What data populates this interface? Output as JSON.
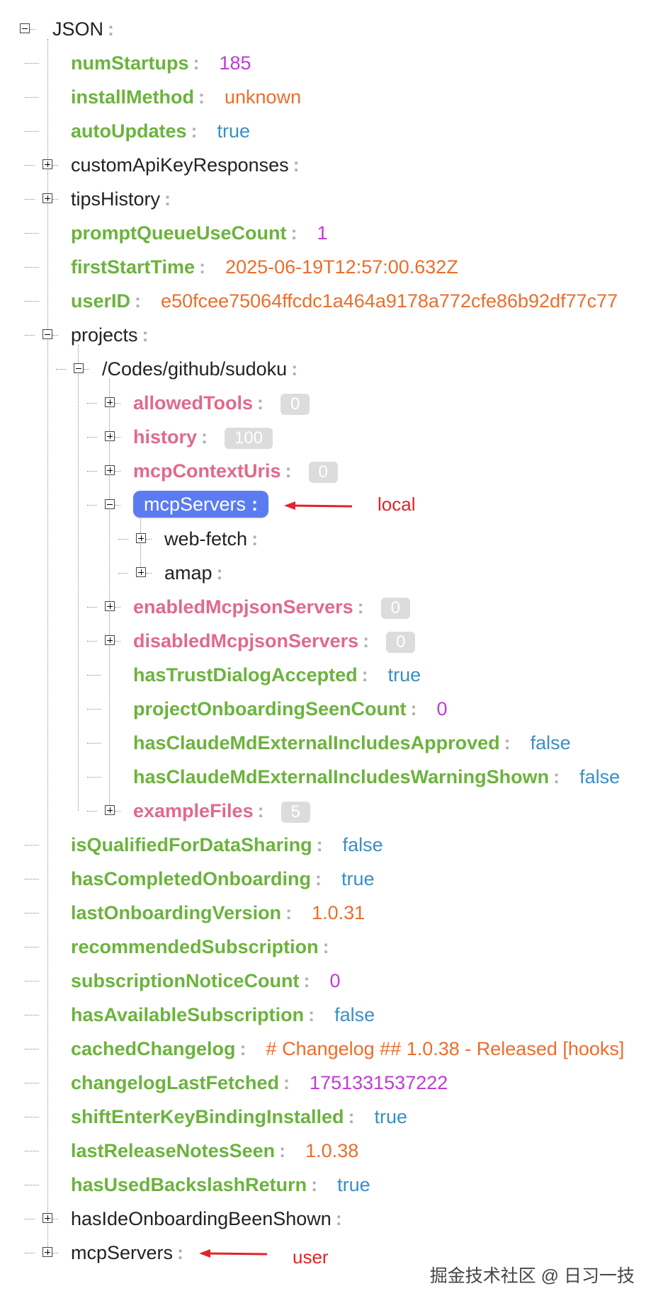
{
  "root": {
    "label": "JSON"
  },
  "rows": [
    {
      "key": "numStartups",
      "type": "prim",
      "value": "185",
      "vtype": "num"
    },
    {
      "key": "installMethod",
      "type": "prim",
      "value": "unknown",
      "vtype": "str"
    },
    {
      "key": "autoUpdates",
      "type": "prim",
      "value": "true",
      "vtype": "bool"
    },
    {
      "key": "customApiKeyResponses",
      "type": "obj",
      "collapsed": true
    },
    {
      "key": "tipsHistory",
      "type": "obj",
      "collapsed": true
    },
    {
      "key": "promptQueueUseCount",
      "type": "prim",
      "value": "1",
      "vtype": "num"
    },
    {
      "key": "firstStartTime",
      "type": "prim",
      "value": "2025-06-19T12:57:00.632Z",
      "vtype": "str"
    },
    {
      "key": "userID",
      "type": "prim",
      "value": "e50fcee75064ffcdc1a464a9178a772cfe86b92df77c77",
      "vtype": "str"
    },
    {
      "key": "projects",
      "type": "obj",
      "collapsed": false,
      "children": [
        {
          "key": "/Codes/github/sudoku",
          "type": "obj",
          "collapsed": false,
          "children": [
            {
              "key": "allowedTools",
              "type": "arr",
              "collapsed": true,
              "count": "0"
            },
            {
              "key": "history",
              "type": "arr",
              "collapsed": true,
              "count": "100"
            },
            {
              "key": "mcpContextUris",
              "type": "arr",
              "collapsed": true,
              "count": "0"
            },
            {
              "key": "mcpServers",
              "type": "obj",
              "collapsed": false,
              "selected": true,
              "note": "local",
              "children": [
                {
                  "key": "web-fetch",
                  "type": "obj",
                  "collapsed": true
                },
                {
                  "key": "amap",
                  "type": "obj",
                  "collapsed": true
                }
              ]
            },
            {
              "key": "enabledMcpjsonServers",
              "type": "arr",
              "collapsed": true,
              "count": "0"
            },
            {
              "key": "disabledMcpjsonServers",
              "type": "arr",
              "collapsed": true,
              "count": "0"
            },
            {
              "key": "hasTrustDialogAccepted",
              "type": "prim",
              "value": "true",
              "vtype": "bool"
            },
            {
              "key": "projectOnboardingSeenCount",
              "type": "prim",
              "value": "0",
              "vtype": "num"
            },
            {
              "key": "hasClaudeMdExternalIncludesApproved",
              "type": "prim",
              "value": "false",
              "vtype": "bool"
            },
            {
              "key": "hasClaudeMdExternalIncludesWarningShown",
              "type": "prim",
              "value": "false",
              "vtype": "bool"
            },
            {
              "key": "exampleFiles",
              "type": "arr",
              "collapsed": true,
              "count": "5"
            }
          ]
        }
      ]
    },
    {
      "key": "isQualifiedForDataSharing",
      "type": "prim",
      "value": "false",
      "vtype": "bool"
    },
    {
      "key": "hasCompletedOnboarding",
      "type": "prim",
      "value": "true",
      "vtype": "bool"
    },
    {
      "key": "lastOnboardingVersion",
      "type": "prim",
      "value": "1.0.31",
      "vtype": "str"
    },
    {
      "key": "recommendedSubscription",
      "type": "prim",
      "value": "",
      "vtype": "str"
    },
    {
      "key": "subscriptionNoticeCount",
      "type": "prim",
      "value": "0",
      "vtype": "num"
    },
    {
      "key": "hasAvailableSubscription",
      "type": "prim",
      "value": "false",
      "vtype": "bool"
    },
    {
      "key": "cachedChangelog",
      "type": "prim",
      "value": "# Changelog ## 1.0.38 - Released [hooks]",
      "vtype": "str"
    },
    {
      "key": "changelogLastFetched",
      "type": "prim",
      "value": "1751331537222",
      "vtype": "num"
    },
    {
      "key": "shiftEnterKeyBindingInstalled",
      "type": "prim",
      "value": "true",
      "vtype": "bool"
    },
    {
      "key": "lastReleaseNotesSeen",
      "type": "prim",
      "value": "1.0.38",
      "vtype": "str"
    },
    {
      "key": "hasUsedBackslashReturn",
      "type": "prim",
      "value": "true",
      "vtype": "bool"
    },
    {
      "key": "hasIdeOnboardingBeenShown",
      "type": "obj",
      "collapsed": true
    },
    {
      "key": "mcpServers",
      "type": "obj",
      "collapsed": true,
      "note": "user"
    }
  ],
  "colon": ":",
  "watermark": "掘金技术社区 @ 日习一技",
  "colors": {
    "primitive_key": "#6bb33d",
    "array_key": "#e06a8a",
    "object_key": "#222222",
    "number": "#c13ad8",
    "string": "#ec6d2b",
    "boolean": "#3a8fc4",
    "selected_bg": "#5b7cf0",
    "annotation": "#e0242b"
  }
}
